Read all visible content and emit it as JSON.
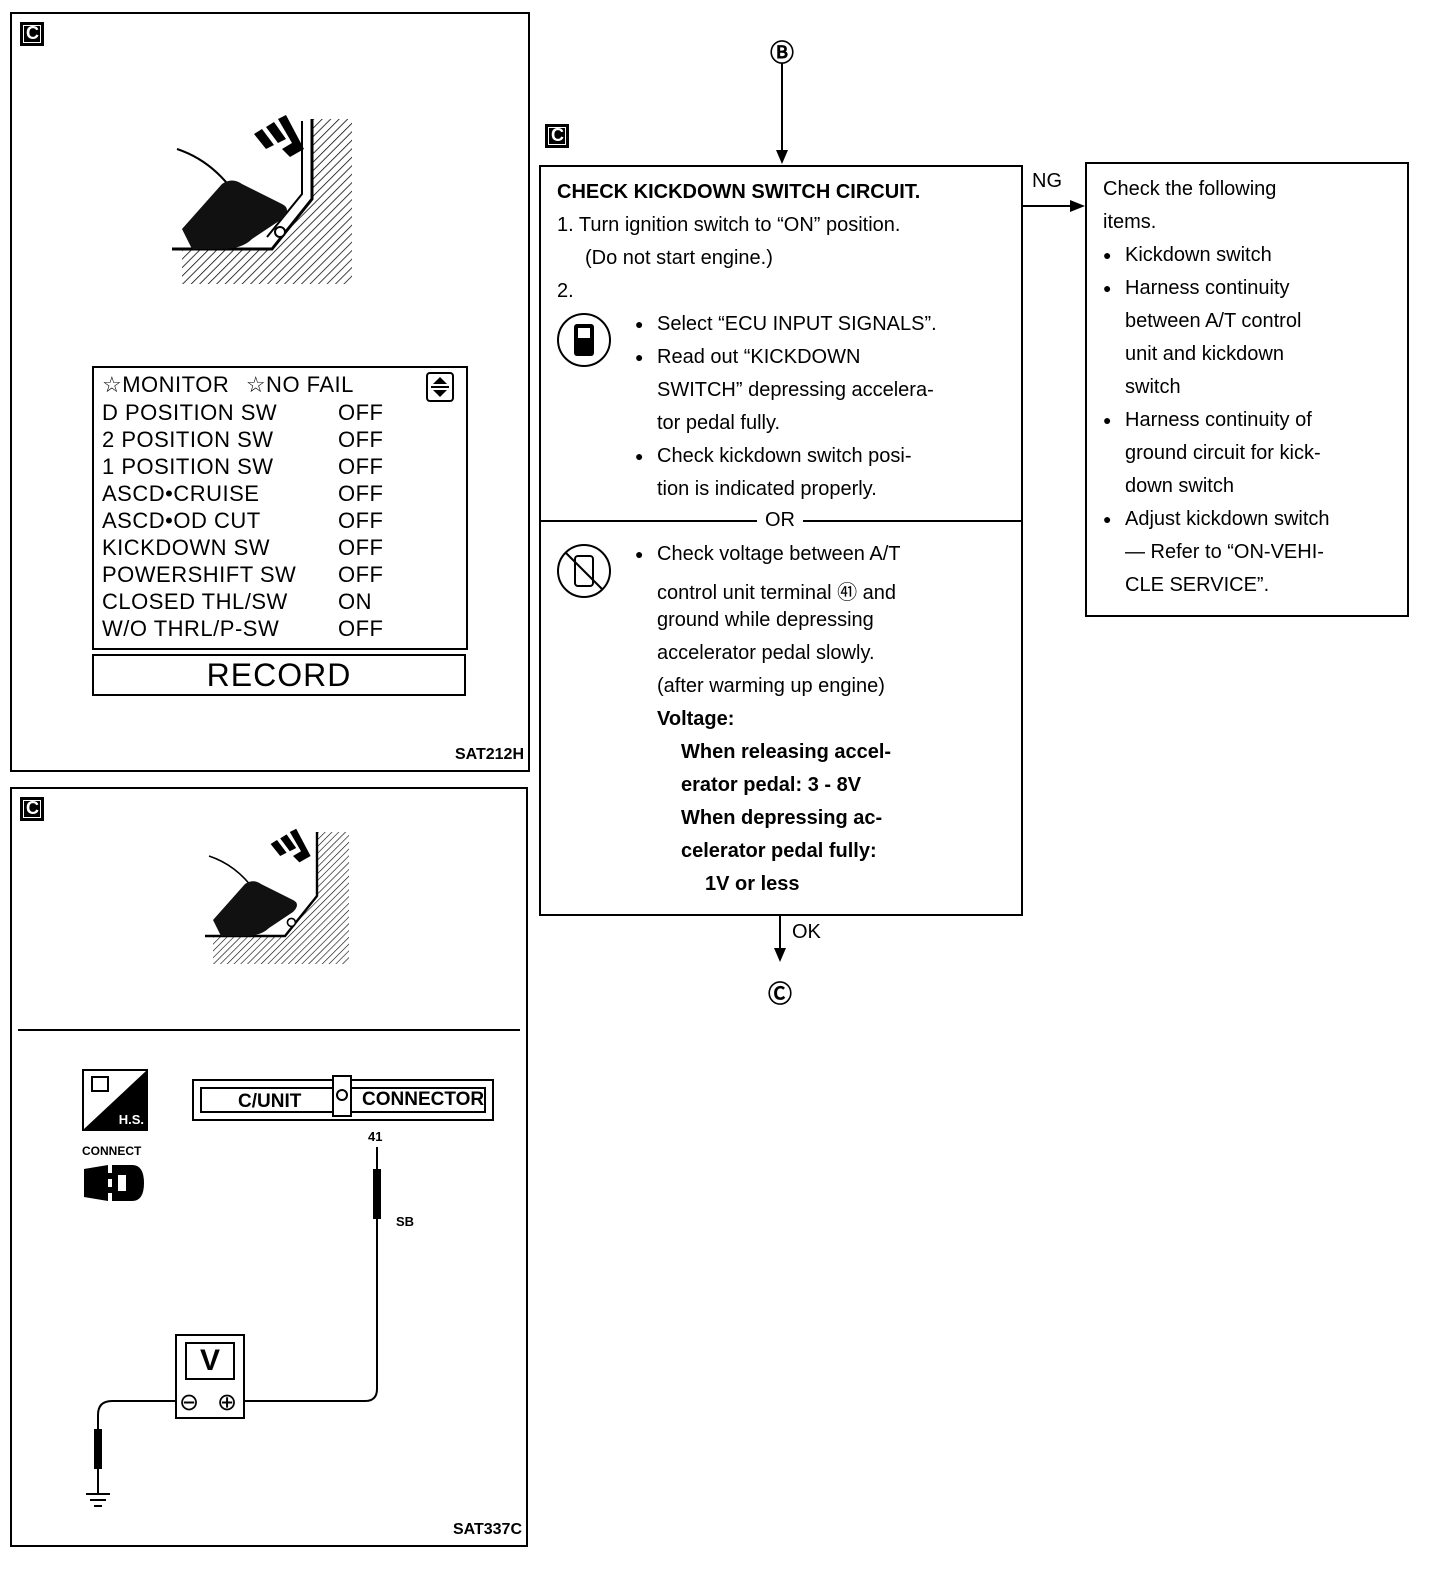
{
  "panel_top": {
    "badge": "C",
    "figure_code": "SAT212H",
    "monitor": {
      "header_monitor": "☆MONITOR",
      "header_nofail": "☆NO FAIL",
      "rows": [
        {
          "label": "D POSITION SW",
          "value": "OFF"
        },
        {
          "label": "2 POSITION SW",
          "value": "OFF"
        },
        {
          "label": "1 POSITION SW",
          "value": "OFF"
        },
        {
          "label": "ASCD•CRUISE",
          "value": "OFF"
        },
        {
          "label": "ASCD•OD CUT",
          "value": "OFF"
        },
        {
          "label": "KICKDOWN SW",
          "value": "OFF"
        },
        {
          "label": "POWERSHIFT SW",
          "value": "OFF"
        },
        {
          "label": "CLOSED THL/SW",
          "value": "ON"
        },
        {
          "label": "W/O THRL/P-SW",
          "value": "OFF"
        }
      ],
      "record_button": "RECORD"
    }
  },
  "panel_bottom": {
    "badge": "C",
    "figure_code": "SAT337C",
    "hs_label": "H.S.",
    "connect_label": "CONNECT",
    "connector_left": "C/UNIT",
    "connector_right": "CONNECTOR",
    "terminal": "41",
    "wire_color": "SB",
    "meter_label": "V",
    "minus": "⊖",
    "plus": "⊕"
  },
  "flow": {
    "top_connector": "Ⓑ",
    "badge": "C",
    "main_box": {
      "title": "CHECK KICKDOWN SWITCH CIRCUIT.",
      "step1a": "1. Turn ignition switch to “ON” position.",
      "step1b": "(Do not start engine.)",
      "step2": "2.",
      "b1": "Select “ECU INPUT SIGNALS”.",
      "b2a": "Read out “KICKDOWN",
      "b2b": "SWITCH” depressing accelera-",
      "b2c": "tor pedal fully.",
      "b3a": "Check kickdown switch posi-",
      "b3b": "tion is indicated properly.",
      "or": "OR",
      "c1": "Check voltage between A/T",
      "c2": "control unit terminal ㊶ and",
      "c3": "ground while depressing",
      "c4": "accelerator pedal slowly.",
      "c5": "(after warming up engine)",
      "voltage": "Voltage:",
      "v1": "When releasing accel-",
      "v2": "erator pedal: 3 - 8V",
      "v3": "When depressing ac-",
      "v4": "celerator pedal fully:",
      "v5": "1V or less"
    },
    "ng": "NG",
    "ok": "OK",
    "bottom_connector": "Ⓒ",
    "ng_box": {
      "l1": "Check the following",
      "l2": "items.",
      "i1": "Kickdown switch",
      "i2a": "Harness continuity",
      "i2b": "between A/T control",
      "i2c": "unit and kickdown",
      "i2d": "switch",
      "i3a": "Harness continuity of",
      "i3b": "ground circuit for kick-",
      "i3c": "down switch",
      "i4a": "Adjust kickdown switch",
      "i4b": "— Refer to “ON-VEHI-",
      "i4c": "CLE SERVICE”."
    }
  }
}
